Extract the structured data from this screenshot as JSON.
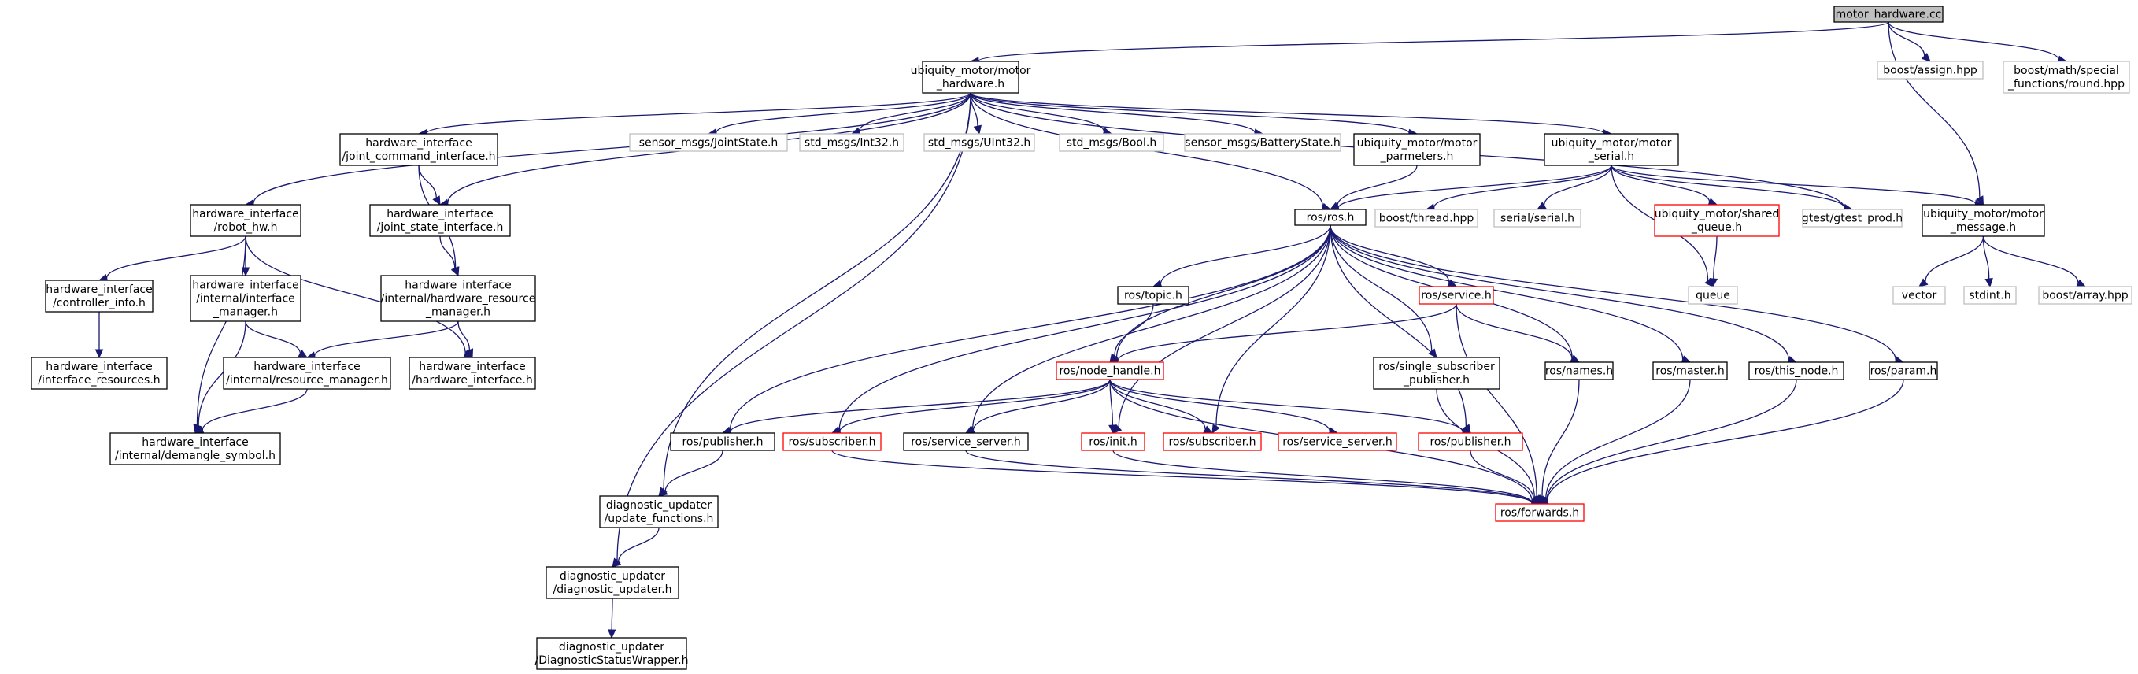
{
  "colors": {
    "edge": "#191970",
    "root_fill": "#bfbfbf",
    "normal_border": "#000000",
    "normal_text": "#000000",
    "external_border": "#bfbfbf",
    "external_text": "#999999",
    "truncated_border": "#ff0000"
  },
  "nodes": [
    {
      "id": "root",
      "kind": "root",
      "lines": [
        "motor_hardware.cc"
      ]
    },
    {
      "id": "mh",
      "kind": "normal",
      "lines": [
        "ubiquity_motor/motor",
        "_hardware.h"
      ]
    },
    {
      "id": "assign",
      "kind": "external",
      "lines": [
        "boost/assign.hpp"
      ]
    },
    {
      "id": "round",
      "kind": "external",
      "lines": [
        "boost/math/special",
        "_functions/round.hpp"
      ]
    },
    {
      "id": "msg",
      "kind": "normal",
      "lines": [
        "ubiquity_motor/motor",
        "_message.h"
      ]
    },
    {
      "id": "rhw",
      "kind": "normal",
      "lines": [
        "hardware_interface",
        "/robot_hw.h"
      ]
    },
    {
      "id": "jci",
      "kind": "normal",
      "lines": [
        "hardware_interface",
        "/joint_command_interface.h"
      ]
    },
    {
      "id": "jsmsg",
      "kind": "external",
      "lines": [
        "sensor_msgs/JointState.h"
      ]
    },
    {
      "id": "int32",
      "kind": "external",
      "lines": [
        "std_msgs/Int32.h"
      ]
    },
    {
      "id": "uint32",
      "kind": "external",
      "lines": [
        "std_msgs/UInt32.h"
      ]
    },
    {
      "id": "bool",
      "kind": "external",
      "lines": [
        "std_msgs/Bool.h"
      ]
    },
    {
      "id": "battery",
      "kind": "external",
      "lines": [
        "sensor_msgs/BatteryState.h"
      ]
    },
    {
      "id": "parm",
      "kind": "normal",
      "lines": [
        "ubiquity_motor/motor",
        "_parmeters.h"
      ]
    },
    {
      "id": "serial",
      "kind": "normal",
      "lines": [
        "ubiquity_motor/motor",
        "_serial.h"
      ]
    },
    {
      "id": "ci",
      "kind": "normal",
      "lines": [
        "hardware_interface",
        "/controller_info.h"
      ]
    },
    {
      "id": "iim",
      "kind": "normal",
      "lines": [
        "hardware_interface",
        "/internal/interface",
        "_manager.h"
      ]
    },
    {
      "id": "jsi",
      "kind": "normal",
      "lines": [
        "hardware_interface",
        "/joint_state_interface.h"
      ]
    },
    {
      "id": "hrm",
      "kind": "normal",
      "lines": [
        "hardware_interface",
        "/internal/hardware_resource",
        "_manager.h"
      ]
    },
    {
      "id": "ros",
      "kind": "normal",
      "lines": [
        "ros/ros.h"
      ]
    },
    {
      "id": "thread",
      "kind": "external",
      "lines": [
        "boost/thread.hpp"
      ]
    },
    {
      "id": "sserial",
      "kind": "external",
      "lines": [
        "serial/serial.h"
      ]
    },
    {
      "id": "sq",
      "kind": "truncated",
      "lines": [
        "ubiquity_motor/shared",
        "_queue.h"
      ]
    },
    {
      "id": "gtest",
      "kind": "external",
      "lines": [
        "gtest/gtest_prod.h"
      ]
    },
    {
      "id": "queue",
      "kind": "external",
      "lines": [
        "queue"
      ]
    },
    {
      "id": "vector",
      "kind": "external",
      "lines": [
        "vector"
      ]
    },
    {
      "id": "stdint",
      "kind": "external",
      "lines": [
        "stdint.h"
      ]
    },
    {
      "id": "array",
      "kind": "external",
      "lines": [
        "boost/array.hpp"
      ]
    },
    {
      "id": "ires",
      "kind": "normal",
      "lines": [
        "hardware_interface",
        "/interface_resources.h"
      ]
    },
    {
      "id": "rm",
      "kind": "normal",
      "lines": [
        "hardware_interface",
        "/internal/resource_manager.h"
      ]
    },
    {
      "id": "hwi",
      "kind": "normal",
      "lines": [
        "hardware_interface",
        "/hardware_interface.h"
      ]
    },
    {
      "id": "topic",
      "kind": "normal",
      "lines": [
        "ros/topic.h"
      ]
    },
    {
      "id": "service",
      "kind": "truncated",
      "lines": [
        "ros/service.h"
      ]
    },
    {
      "id": "ssp",
      "kind": "normal",
      "lines": [
        "ros/single_subscriber",
        "_publisher.h"
      ]
    },
    {
      "id": "names",
      "kind": "normal",
      "lines": [
        "ros/names.h"
      ]
    },
    {
      "id": "master",
      "kind": "normal",
      "lines": [
        "ros/master.h"
      ]
    },
    {
      "id": "thisnode",
      "kind": "normal",
      "lines": [
        "ros/this_node.h"
      ]
    },
    {
      "id": "param",
      "kind": "normal",
      "lines": [
        "ros/param.h"
      ]
    },
    {
      "id": "nh",
      "kind": "truncated",
      "lines": [
        "ros/node_handle.h"
      ]
    },
    {
      "id": "demangle",
      "kind": "normal",
      "lines": [
        "hardware_interface",
        "/internal/demangle_symbol.h"
      ]
    },
    {
      "id": "pubw",
      "kind": "normal",
      "lines": [
        "ros/publisher.h"
      ]
    },
    {
      "id": "sub1",
      "kind": "truncated",
      "lines": [
        "ros/subscriber.h"
      ]
    },
    {
      "id": "ss1",
      "kind": "normal",
      "lines": [
        "ros/service_server.h"
      ]
    },
    {
      "id": "init",
      "kind": "truncated",
      "lines": [
        "ros/init.h"
      ]
    },
    {
      "id": "sub2",
      "kind": "truncated",
      "lines": [
        "ros/subscriber.h"
      ]
    },
    {
      "id": "ss2",
      "kind": "truncated",
      "lines": [
        "ros/service_server.h"
      ]
    },
    {
      "id": "pub2",
      "kind": "truncated",
      "lines": [
        "ros/publisher.h"
      ]
    },
    {
      "id": "uf",
      "kind": "normal",
      "lines": [
        "diagnostic_updater",
        "/update_functions.h"
      ]
    },
    {
      "id": "fwd",
      "kind": "truncated",
      "lines": [
        "ros/forwards.h"
      ]
    },
    {
      "id": "du",
      "kind": "normal",
      "lines": [
        "diagnostic_updater",
        "/diagnostic_updater.h"
      ]
    },
    {
      "id": "dsw",
      "kind": "normal",
      "lines": [
        "diagnostic_updater",
        "/DiagnosticStatusWrapper.h"
      ]
    }
  ],
  "edges": [
    [
      "root",
      "mh"
    ],
    [
      "root",
      "assign"
    ],
    [
      "root",
      "round"
    ],
    [
      "root",
      "msg"
    ],
    [
      "mh",
      "rhw"
    ],
    [
      "mh",
      "jci"
    ],
    [
      "mh",
      "jsi"
    ],
    [
      "mh",
      "jsmsg"
    ],
    [
      "mh",
      "int32"
    ],
    [
      "mh",
      "uint32"
    ],
    [
      "mh",
      "bool"
    ],
    [
      "mh",
      "battery"
    ],
    [
      "mh",
      "parm"
    ],
    [
      "mh",
      "serial"
    ],
    [
      "mh",
      "ros"
    ],
    [
      "mh",
      "gtest"
    ],
    [
      "mh",
      "uf"
    ],
    [
      "mh",
      "du"
    ],
    [
      "rhw",
      "ci"
    ],
    [
      "rhw",
      "iim"
    ],
    [
      "rhw",
      "hwi"
    ],
    [
      "rhw",
      "demangle"
    ],
    [
      "ci",
      "ires"
    ],
    [
      "iim",
      "rm"
    ],
    [
      "iim",
      "demangle"
    ],
    [
      "jci",
      "jsi"
    ],
    [
      "jci",
      "hrm"
    ],
    [
      "jsi",
      "hrm"
    ],
    [
      "hrm",
      "rm"
    ],
    [
      "hrm",
      "hwi"
    ],
    [
      "rm",
      "demangle"
    ],
    [
      "parm",
      "ros"
    ],
    [
      "serial",
      "ros"
    ],
    [
      "serial",
      "thread"
    ],
    [
      "serial",
      "sserial"
    ],
    [
      "serial",
      "sq"
    ],
    [
      "serial",
      "gtest"
    ],
    [
      "serial",
      "queue"
    ],
    [
      "serial",
      "msg"
    ],
    [
      "sq",
      "queue"
    ],
    [
      "msg",
      "vector"
    ],
    [
      "msg",
      "stdint"
    ],
    [
      "msg",
      "array"
    ],
    [
      "ros",
      "topic"
    ],
    [
      "ros",
      "service"
    ],
    [
      "ros",
      "ssp"
    ],
    [
      "ros",
      "names"
    ],
    [
      "ros",
      "master"
    ],
    [
      "ros",
      "thisnode"
    ],
    [
      "ros",
      "param"
    ],
    [
      "ros",
      "nh"
    ],
    [
      "ros",
      "pubw"
    ],
    [
      "ros",
      "sub1"
    ],
    [
      "ros",
      "ss1"
    ],
    [
      "ros",
      "init"
    ],
    [
      "ros",
      "sub2"
    ],
    [
      "ros",
      "pub2"
    ],
    [
      "topic",
      "nh"
    ],
    [
      "service",
      "nh"
    ],
    [
      "service",
      "names"
    ],
    [
      "service",
      "fwd"
    ],
    [
      "ssp",
      "fwd"
    ],
    [
      "names",
      "fwd"
    ],
    [
      "master",
      "fwd"
    ],
    [
      "thisnode",
      "fwd"
    ],
    [
      "param",
      "fwd"
    ],
    [
      "nh",
      "pubw"
    ],
    [
      "nh",
      "sub1"
    ],
    [
      "nh",
      "ss1"
    ],
    [
      "nh",
      "init"
    ],
    [
      "nh",
      "sub2"
    ],
    [
      "nh",
      "ss2"
    ],
    [
      "nh",
      "pub2"
    ],
    [
      "nh",
      "fwd"
    ],
    [
      "pubw",
      "uf"
    ],
    [
      "sub1",
      "fwd"
    ],
    [
      "ss1",
      "fwd"
    ],
    [
      "init",
      "fwd"
    ],
    [
      "pub2",
      "fwd"
    ],
    [
      "uf",
      "du"
    ],
    [
      "du",
      "dsw"
    ]
  ]
}
